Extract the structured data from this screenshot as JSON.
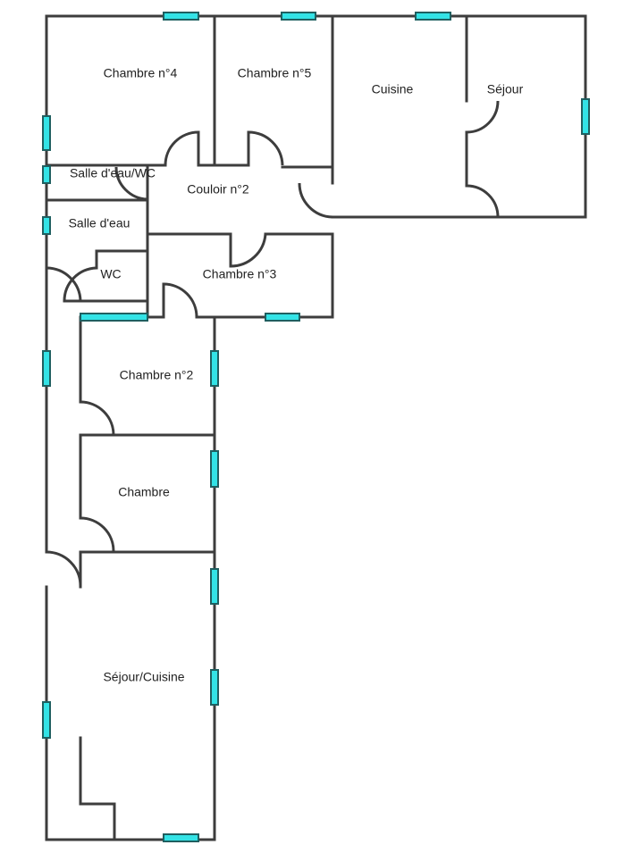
{
  "rooms": {
    "chambre4": "Chambre n°4",
    "chambre5": "Chambre n°5",
    "cuisine": "Cuisine",
    "sejour": "Séjour",
    "salle_eau_wc": "Salle d'eau/WC",
    "couloir2": "Couloir n°2",
    "salle_eau": "Salle d'eau",
    "wc": "WC",
    "chambre3": "Chambre n°3",
    "chambre2": "Chambre n°2",
    "chambre": "Chambre",
    "sejour_cuisine": "Séjour/Cuisine"
  },
  "colors": {
    "wall": "#3d3d3d",
    "window": "#33e3e6",
    "window_border": "#1f5f60"
  }
}
